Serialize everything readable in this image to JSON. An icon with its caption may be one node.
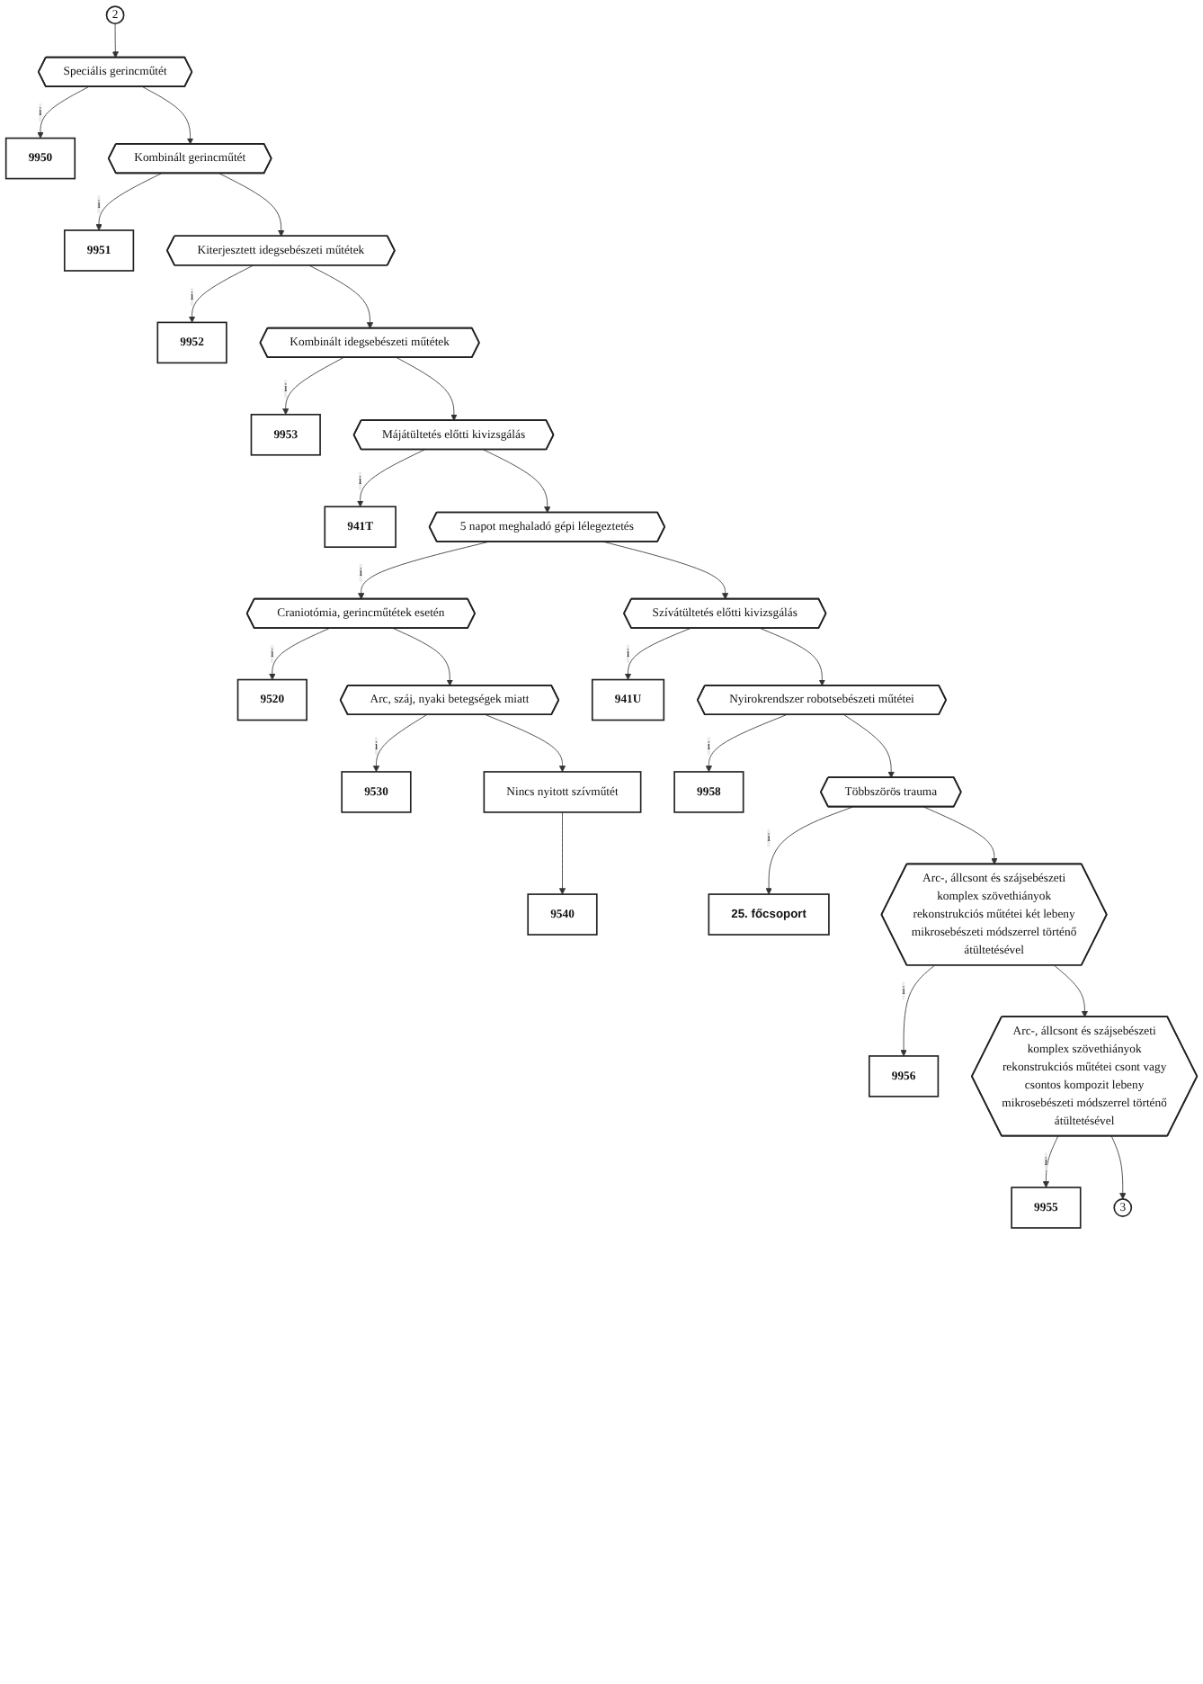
{
  "diagram": {
    "nodes": [
      {
        "text": [
          "2"
        ]
      },
      {
        "text": [
          "Speciális gerincműtét"
        ]
      },
      {
        "text": [
          "9950"
        ]
      },
      {
        "text": [
          "Kombinált gerincműtét"
        ]
      },
      {
        "text": [
          "9951"
        ]
      },
      {
        "text": [
          "Kiterjesztett idegsebészeti műtétek"
        ]
      },
      {
        "text": [
          "9952"
        ]
      },
      {
        "text": [
          "Kombinált idegsebészeti műtétek"
        ]
      },
      {
        "text": [
          "9953"
        ]
      },
      {
        "text": [
          "Májátültetés előtti kivizsgálás"
        ]
      },
      {
        "text": [
          "941T"
        ]
      },
      {
        "text": [
          "5 napot meghaladó gépi lélegeztetés"
        ]
      },
      {
        "text": [
          "Craniotómia, gerincműtétek esetén"
        ]
      },
      {
        "text": [
          "9520"
        ]
      },
      {
        "text": [
          "Arc, száj, nyaki betegségek miatt"
        ]
      },
      {
        "text": [
          "9530"
        ]
      },
      {
        "text": [
          "Nincs nyitott szívműtét"
        ]
      },
      {
        "text": [
          "9540"
        ]
      },
      {
        "text": [
          "Szívátültetés előtti kivizsgálás"
        ]
      },
      {
        "text": [
          "941U"
        ]
      },
      {
        "text": [
          "Nyirokrendszer robotsebészeti műtétei"
        ]
      },
      {
        "text": [
          "9958"
        ]
      },
      {
        "text": [
          "Többszörös trauma"
        ]
      },
      {
        "text": [
          "25. főcsoport"
        ]
      },
      {
        "text": [
          "Arc-, állcsont és szájsebészeti komplex szövethiányok rekonstrukciós műtétei két lebeny mikrosebészeti módszerrel történő átültetésével"
        ]
      },
      {
        "text": [
          "9956"
        ]
      },
      {
        "text": [
          "Arc-, állcsont és szájsebészeti komplex szövethiányok rekonstrukciós műtétei csont vagy csontos kompozit lebeny mikrosebészeti módszerrel történő átültetésével"
        ]
      },
      {
        "text": [
          "9955"
        ]
      },
      {
        "text": [
          "3"
        ]
      }
    ],
    "edges": [
      {
        "from": 0,
        "to": 1,
        "arrow": "to"
      },
      {
        "from": 1,
        "to": 2,
        "arrow": "to",
        "label": "i"
      },
      {
        "from": 1,
        "to": 3,
        "arrow": "to"
      },
      {
        "from": 3,
        "to": 4,
        "arrow": "to",
        "label": "i"
      },
      {
        "from": 3,
        "to": 5,
        "arrow": "to"
      },
      {
        "from": 5,
        "to": 6,
        "arrow": "to",
        "label": "i"
      },
      {
        "from": 5,
        "to": 7,
        "arrow": "to"
      },
      {
        "from": 7,
        "to": 8,
        "arrow": "to",
        "label": "i"
      },
      {
        "from": 7,
        "to": 9,
        "arrow": "to"
      },
      {
        "from": 9,
        "to": 10,
        "arrow": "to",
        "label": "i"
      },
      {
        "from": 9,
        "to": 11,
        "arrow": "to"
      },
      {
        "from": 11,
        "to": 12,
        "arrow": "to",
        "label": "i"
      },
      {
        "from": 12,
        "to": 13,
        "arrow": "to",
        "label": "i"
      },
      {
        "from": 12,
        "to": 14,
        "arrow": "to"
      },
      {
        "from": 14,
        "to": 15,
        "arrow": "to",
        "label": "i"
      },
      {
        "from": 14,
        "to": 16,
        "arrow": "to"
      },
      {
        "from": 16,
        "to": 17,
        "arrow": "to"
      },
      {
        "from": 11,
        "to": 18,
        "arrow": "to"
      },
      {
        "from": 18,
        "to": 19,
        "arrow": "to",
        "label": "i"
      },
      {
        "from": 18,
        "to": 20,
        "arrow": "to"
      },
      {
        "from": 20,
        "to": 21,
        "arrow": "to",
        "label": "i"
      },
      {
        "from": 20,
        "to": 22,
        "arrow": "to"
      },
      {
        "from": 22,
        "to": 23,
        "arrow": "to",
        "label": "i"
      },
      {
        "from": 22,
        "to": 24,
        "arrow": "to"
      },
      {
        "from": 24,
        "to": 25,
        "arrow": "to",
        "label": "i"
      },
      {
        "from": 24,
        "to": 26,
        "arrow": "to"
      },
      {
        "from": 26,
        "to": 27,
        "arrow": "to",
        "label": "i"
      },
      {
        "from": 26,
        "to": 28,
        "arrow": "to"
      }
    ]
  }
}
